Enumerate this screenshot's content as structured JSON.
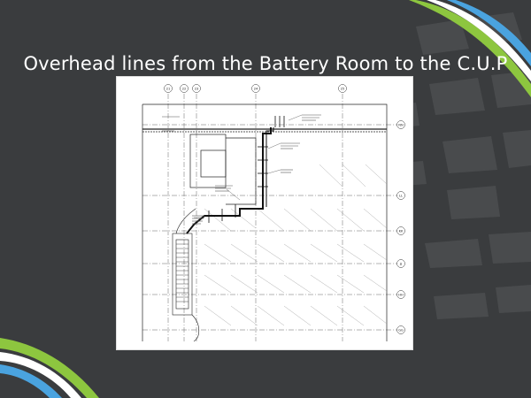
{
  "slide": {
    "title": "Overhead lines from the Battery Room to the C.U.P"
  },
  "drawing": {
    "grid_top": [
      "21",
      "22",
      "23",
      "24",
      "25"
    ],
    "grid_right": [
      "NN",
      "LL",
      "KK",
      "JJ",
      "HH",
      "GG"
    ]
  },
  "colors": {
    "background": "#3a3c3e",
    "accent_green": "#8dc63f",
    "accent_blue": "#4aa3df",
    "tile": "#57595b"
  }
}
